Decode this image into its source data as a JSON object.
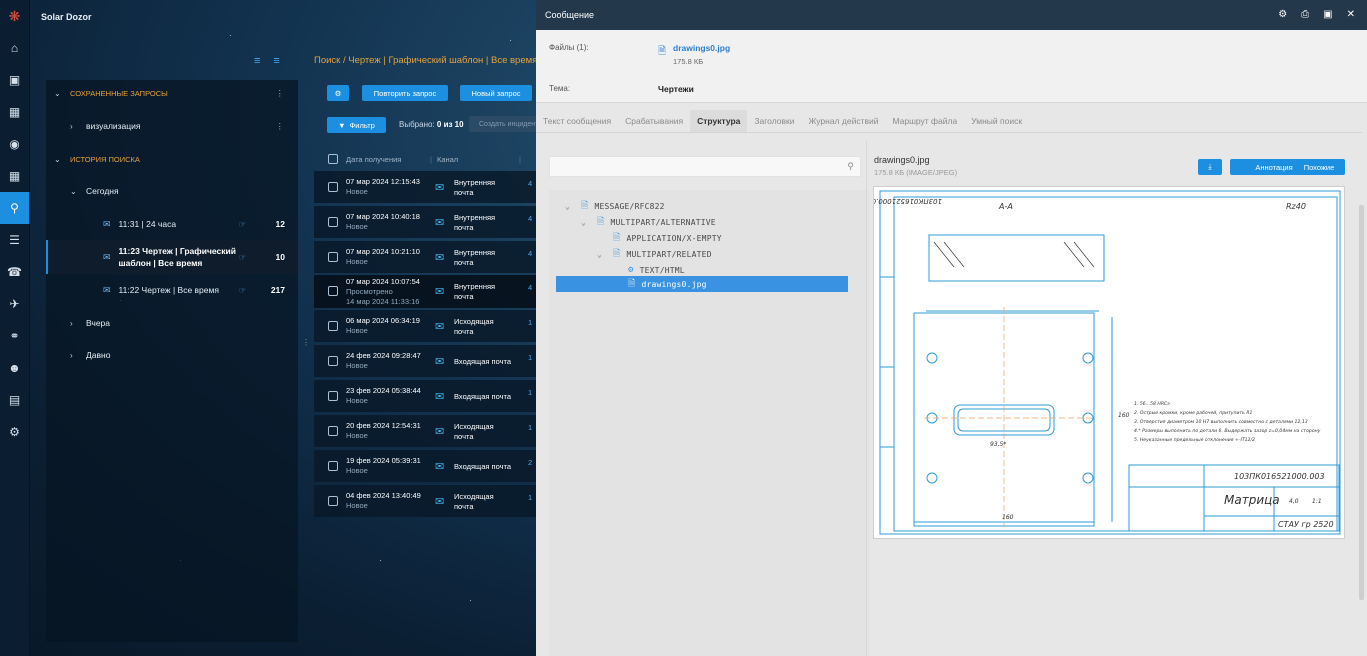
{
  "app": {
    "title": "Solar Dozor"
  },
  "nav": {
    "items": [
      "home-icon",
      "inbox-icon",
      "id-card-icon",
      "shield-icon",
      "calendar-icon",
      "search-icon",
      "list-icon",
      "alarm-icon",
      "plane-icon",
      "binoculars-icon",
      "users-icon",
      "book-icon",
      "gear-icon"
    ],
    "active": "search-icon"
  },
  "saved": {
    "section_title": "СОХРАНЕННЫЕ ЗАПРОСЫ",
    "items": [
      {
        "label": "визуализация"
      }
    ]
  },
  "history": {
    "section_title": "ИСТОРИЯ ПОИСКА",
    "today_label": "Сегодня",
    "entries": [
      {
        "label": "11:31 | 24 часа",
        "count": "12"
      },
      {
        "label1": "11:23 Чертеж | Графический",
        "label2": "шаблон | Все время",
        "count": "10"
      },
      {
        "label": "11:22 Чертеж | Все время",
        "count": "217"
      }
    ],
    "yesterday_label": "Вчера",
    "long_ago_label": "Давно"
  },
  "breadcrumb": "Поиск / Чертеж | Графический шаблон | Все время",
  "toolbar": {
    "repeat_label": "Повторить запрос",
    "new_label": "Новый запрос",
    "filter_label": "Фильтр",
    "selected_prefix": "Выбрано:",
    "selected_value": "0 из 10",
    "create_label": "Создать инцидент"
  },
  "table": {
    "col_date": "Дата получения",
    "col_channel": "Канал",
    "rows": [
      {
        "date": "07 мар 2024 12:15:43",
        "status": "Новое",
        "channel1": "Внутренняя",
        "channel2": "почта"
      },
      {
        "date": "07 мар 2024 10:40:18",
        "status": "Новое",
        "channel1": "Внутренняя",
        "channel2": "почта"
      },
      {
        "date": "07 мар 2024 10:21:10",
        "status": "Новое",
        "channel1": "Внутренняя",
        "channel2": "почта"
      },
      {
        "date": "07 мар 2024 10:07:54",
        "status": "Просмотрено",
        "status2": "14 мар 2024 11:33:16",
        "channel1": "Внутренняя",
        "channel2": "почта"
      },
      {
        "date": "06 мар 2024 06:34:19",
        "status": "Новое",
        "channel1": "Исходящая",
        "channel2": "почта"
      },
      {
        "date": "24 фев 2024 09:28:47",
        "status": "Новое",
        "channel1": "Входящая почта",
        "channel2": ""
      },
      {
        "date": "23 фев 2024 05:38:44",
        "status": "Новое",
        "channel1": "Входящая почта",
        "channel2": ""
      },
      {
        "date": "20 фев 2024 12:54:31",
        "status": "Новое",
        "channel1": "Исходящая",
        "channel2": "почта"
      },
      {
        "date": "19 фев 2024 05:39:31",
        "status": "Новое",
        "channel1": "Входящая почта",
        "channel2": ""
      },
      {
        "date": "04 фев 2024 13:40:49",
        "status": "Новое",
        "channel1": "Исходящая",
        "channel2": "почта"
      }
    ]
  },
  "dialog": {
    "title": "Сообщение",
    "files_label": "Файлы (1):",
    "file_name": "drawings0.jpg",
    "file_size": "175.8 КБ",
    "subject_label": "Тема:",
    "subject_value": "Чертежи",
    "tabs": [
      "Текст сообщения",
      "Срабатывания",
      "Структура",
      "Заголовки",
      "Журнал действий",
      "Маршрут файла",
      "Умный поиск"
    ],
    "active_tab": "Структура",
    "tree": [
      {
        "label": "MESSAGE/RFC822"
      },
      {
        "label": "MULTIPART/ALTERNATIVE"
      },
      {
        "label": "APPLICATION/X-EMPTY"
      },
      {
        "label": "MULTIPART/RELATED"
      },
      {
        "label": "TEXT/HTML"
      },
      {
        "label": "drawings0.jpg"
      }
    ],
    "preview_name": "drawings0.jpg",
    "preview_info": "175.8 КБ (IMAGE/JPEG)",
    "annotation_label": "Аннотация",
    "similar_label": "Похожие"
  },
  "drawing": {
    "stamp_topleft": "103ПК016521000.003",
    "section": "А-А",
    "roughness": "Rz40",
    "part_name": "Матрица",
    "title_code": "103ПК016521000.003",
    "group": "СТАУ гр 2520",
    "dim_width": "160",
    "dim_height": "160",
    "dim_slot": "93,5*",
    "note1": "1. 56...58 HRCэ",
    "note2": "2. Острые кромки, кроме рабочей, притупить R1",
    "note3": "3. Отверстия диаметром 10 Н7 выполнить совместно с деталями 12,13",
    "note4": "4.* Размеры выполнить по детали 6. Выдержать зазор z=0,04мм на сторону",
    "note5": "5. Неуказанные предельные отклонения +-IT12/2",
    "sheet_scale": "1:1",
    "mass": "4,0"
  }
}
